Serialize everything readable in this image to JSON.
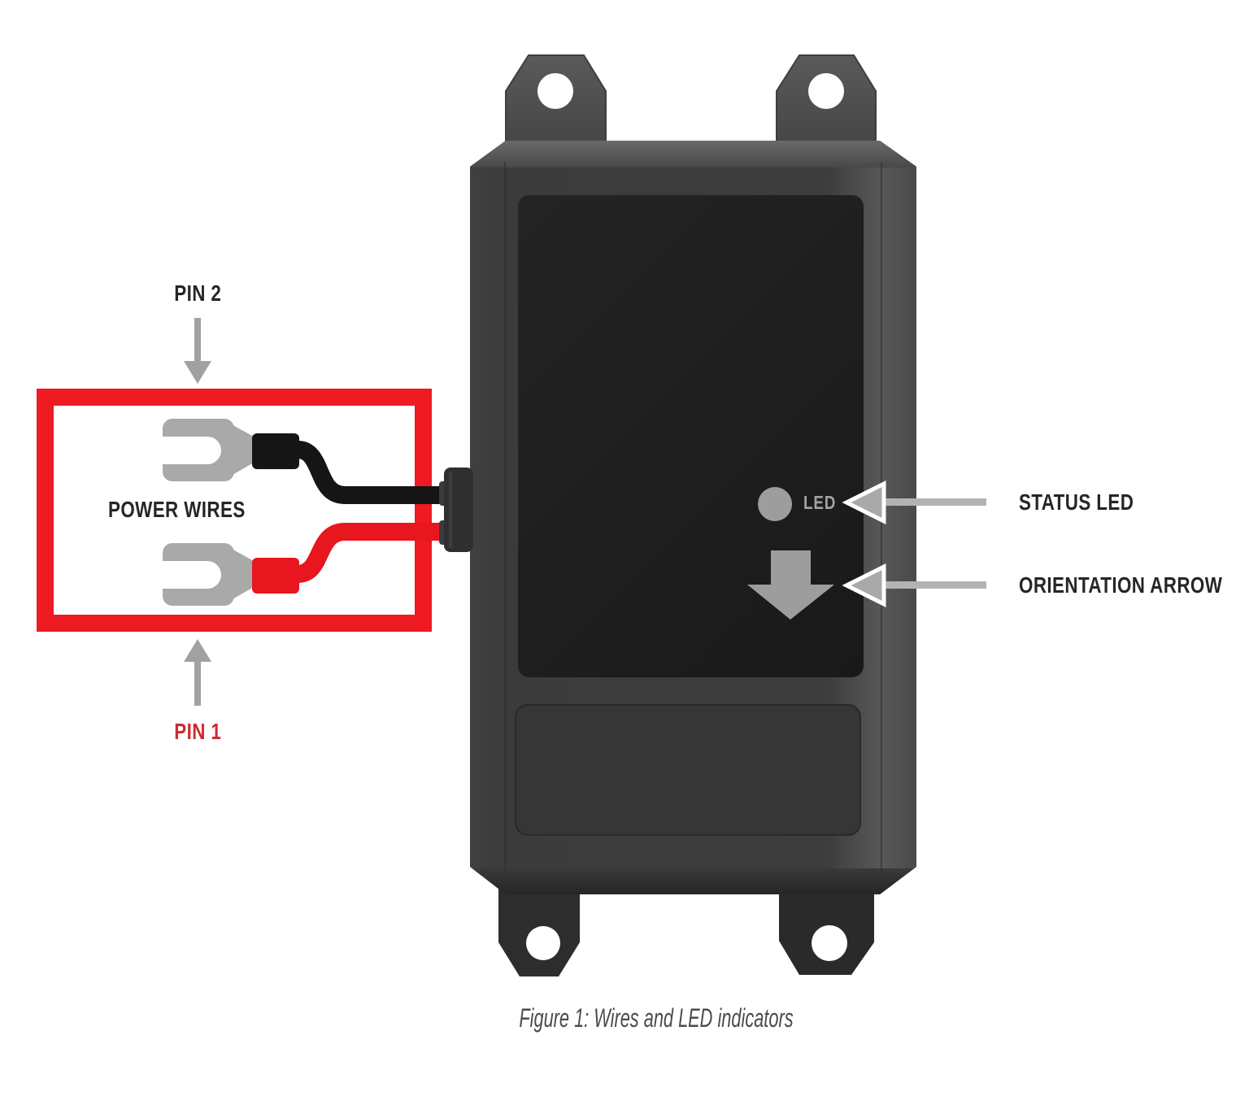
{
  "figure_caption": "Figure 1: Wires and LED indicators",
  "labels": {
    "pin2": "PIN 2",
    "pin1": "PIN 1",
    "power_wires": "POWER WIRES",
    "status_led": "STATUS LED",
    "orientation_arrow": "ORIENTATION ARROW",
    "device_led": "LED"
  },
  "colors": {
    "highlight_box_red": "#ee1b22",
    "red_wire": "#e8161e",
    "black_wire": "#151515",
    "pin1_text_red": "#cc2a33",
    "connector_gray": "#a9a9a9",
    "pointer_arrow_gray": "#a1a1a1",
    "callout_tail_gray": "#b3b3b3",
    "device_body_gray": "#3d3d3d",
    "device_panel_dark": "#1d1d1d",
    "led_indicator_gray": "#9d9d9d",
    "label_text": "#262626",
    "caption_text": "#4b4b4b"
  }
}
